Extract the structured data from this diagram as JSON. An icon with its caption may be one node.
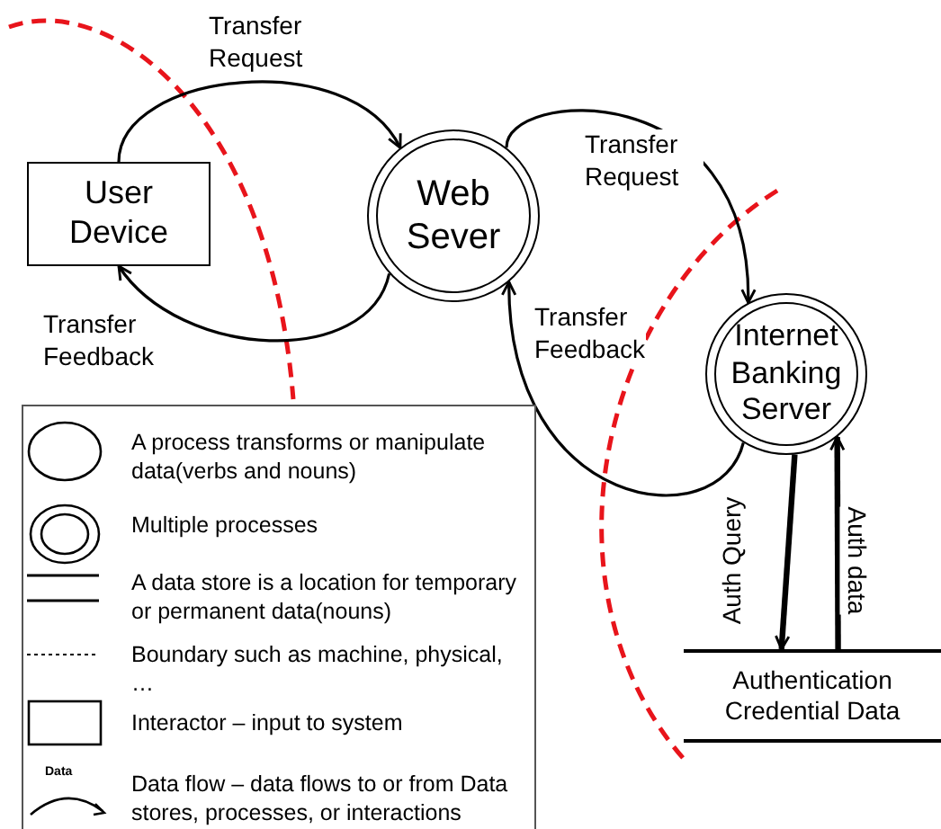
{
  "diagram": {
    "nodes": [
      {
        "text": [
          "User Device"
        ]
      },
      {
        "text": [
          "Web Sever"
        ]
      },
      {
        "text": [
          "Internet Banking Server"
        ]
      },
      {
        "text": [
          "Authentication Credential Data"
        ]
      }
    ],
    "edges": [
      {
        "from": 0,
        "to": 1,
        "arrow": "to",
        "label": "Transfer Request"
      },
      {
        "from": 1,
        "to": 0,
        "arrow": "to",
        "label": "Transfer Feedback"
      },
      {
        "from": 1,
        "to": 2,
        "arrow": "to",
        "label": "Transfer Request"
      },
      {
        "from": 2,
        "to": 1,
        "arrow": "to",
        "label": "Transfer Feedback"
      },
      {
        "from": 2,
        "to": 3,
        "arrow": "to",
        "label": "Auth Query",
        "style": "thick"
      },
      {
        "from": 3,
        "to": 2,
        "arrow": "to",
        "label": "Auth data",
        "style": "thick"
      }
    ],
    "labels": [
      "Data"
    ],
    "legend": [
      {
        "text": "A process transforms or manipulate data(verbs and nouns)"
      },
      {
        "text": "Multiple processes"
      },
      {
        "text": "A data store is a location for temporary or permanent data(nouns)"
      },
      {
        "text": "Boundary such as machine, physical, …"
      },
      {
        "text": "Interactor – input to system"
      },
      {
        "text": "Data flow – data flows to or from Data stores, processes, or interactions"
      }
    ]
  }
}
